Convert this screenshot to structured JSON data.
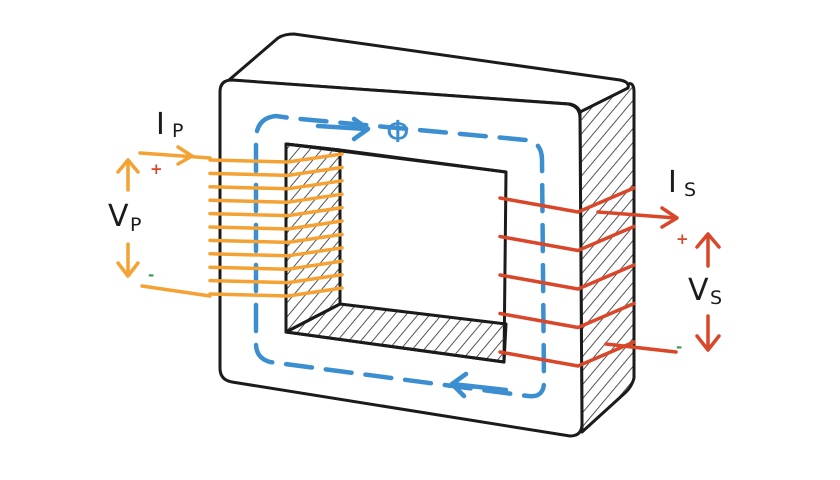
{
  "labels": {
    "ip_main": "I",
    "ip_sub": "P",
    "vp_main": "V",
    "vp_sub": "P",
    "is_main": "I",
    "is_sub": "S",
    "vs_main": "V",
    "vs_sub": "S",
    "flux": "Φ",
    "plus": "+",
    "minus": "-"
  },
  "colors": {
    "primary": "#f4a234",
    "secondary": "#d9472a",
    "flux": "#3b8fd0",
    "outline": "#1b1b1b",
    "hatch": "#555555",
    "core_fill": "#ffffff"
  },
  "primary_turns": 11,
  "secondary_turns": 5
}
